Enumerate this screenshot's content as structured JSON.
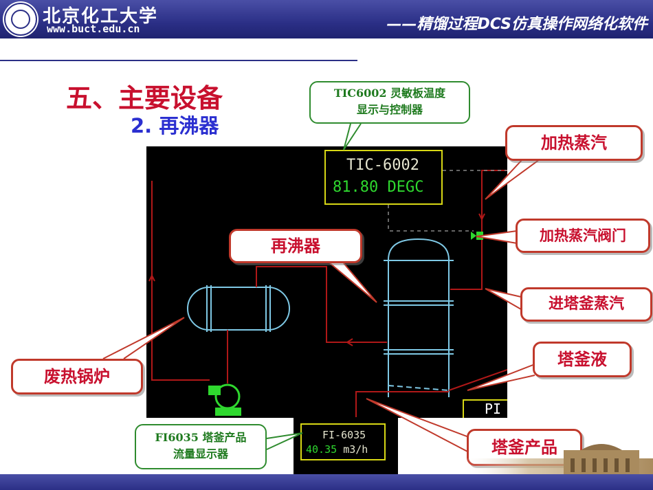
{
  "header": {
    "university_name": "北京化工大学",
    "university_url": "www.buct.edu.cn",
    "slogan": "——精馏过程DCS仿真操作网络化软件"
  },
  "slide": {
    "section_title": "五、主要设备",
    "subsection_number": "2.",
    "subsection_title": "再沸器"
  },
  "dcs_screen": {
    "controller_tag": "TIC-6002",
    "controller_value": "81.80",
    "controller_unit": "DEGC",
    "partial_indicator": "PI",
    "flow_tag": "FI-6035",
    "flow_value": "40.35",
    "flow_unit": "m3/h",
    "colors": {
      "background": "#000000",
      "equipment": "#7fc9e6",
      "pipe": "#b01818",
      "frame": "#d8d815",
      "value": "#2fd82f",
      "valve": "#2fd82f"
    }
  },
  "callouts": {
    "tic_label_line1": "TIC6002 灵敏板温度",
    "tic_label_line2": "显示与控制器",
    "heating_steam": "加热蒸汽",
    "heating_steam_valve": "加热蒸汽阀门",
    "reboiler": "再沸器",
    "steam_to_bottom": "进塔釜蒸汽",
    "bottom_liquid": "塔釜液",
    "waste_heat_boiler": "废热锅炉",
    "bottom_product": "塔釜产品",
    "fi_label_line1": "FI6035 塔釜产品",
    "fi_label_line2": "流量显示器"
  }
}
